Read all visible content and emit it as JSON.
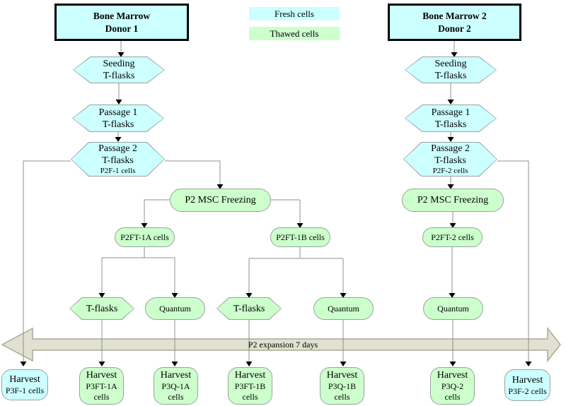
{
  "colors": {
    "fresh": "#ccffff",
    "thawed": "#ccffcc",
    "line": "#8f8f8f",
    "node_border": "#99a3a0",
    "donor_border": "#000000",
    "band_fill": "#e0e1d1",
    "band_stroke": "#a9aa94"
  },
  "legend": {
    "fresh_label": "Fresh cells",
    "thawed_label": "Thawed cells"
  },
  "band": {
    "label": "P2 expansion 7 days"
  },
  "nodes": {
    "bm1": {
      "lines": [
        "Bone Marrow",
        "Donor 1"
      ]
    },
    "bm2": {
      "lines": [
        "Bone Marrow 2",
        "Donor 2"
      ]
    },
    "seed1": {
      "lines": [
        "Seeding",
        "T-flasks"
      ]
    },
    "seed2": {
      "lines": [
        "Seeding",
        "T-flasks"
      ]
    },
    "pass1_1": {
      "lines": [
        "Passage 1",
        "T-flasks"
      ]
    },
    "pass1_2": {
      "lines": [
        "Passage 1",
        "T-flasks"
      ]
    },
    "pass2_1": {
      "lines": [
        "Passage 2",
        "T-flasks"
      ],
      "sub": "P2F-1 cells"
    },
    "pass2_2": {
      "lines": [
        "Passage 2",
        "T-flasks"
      ],
      "sub": "P2F-2 cells"
    },
    "freeze1": {
      "label": "P2 MSC Freezing"
    },
    "freeze2": {
      "label": "P2 MSC Freezing"
    },
    "p2ft1a": {
      "label": "P2FT-1A cells"
    },
    "p2ft1b": {
      "label": "P2FT-1B cells"
    },
    "p2ft2": {
      "label": "P2FT-2 cells"
    },
    "tflasks1a": {
      "label": "T-flasks"
    },
    "quantum1a": {
      "label": "Quantum"
    },
    "tflasks1b": {
      "label": "T-flasks"
    },
    "quantum1b": {
      "label": "Quantum"
    },
    "quantum2": {
      "label": "Quantum"
    },
    "h_p3f1": {
      "lines": [
        "Harvest",
        "P3F-1 cells"
      ]
    },
    "h_p3ft1a": {
      "lines": [
        "Harvest",
        "P3FT-1A",
        "cells"
      ]
    },
    "h_p3q1a": {
      "lines": [
        "Harvest",
        "P3Q-1A",
        "cells"
      ]
    },
    "h_p3ft1b": {
      "lines": [
        "Harvest",
        "P3FT-1B",
        "cells"
      ]
    },
    "h_p3q1b": {
      "lines": [
        "Harvest",
        "P3Q-1B",
        "cells"
      ]
    },
    "h_p3q2": {
      "lines": [
        "Harvest",
        "P3Q-2",
        "cells"
      ]
    },
    "h_p3f2": {
      "lines": [
        "Harvest",
        "P3F-2 cells"
      ]
    }
  }
}
